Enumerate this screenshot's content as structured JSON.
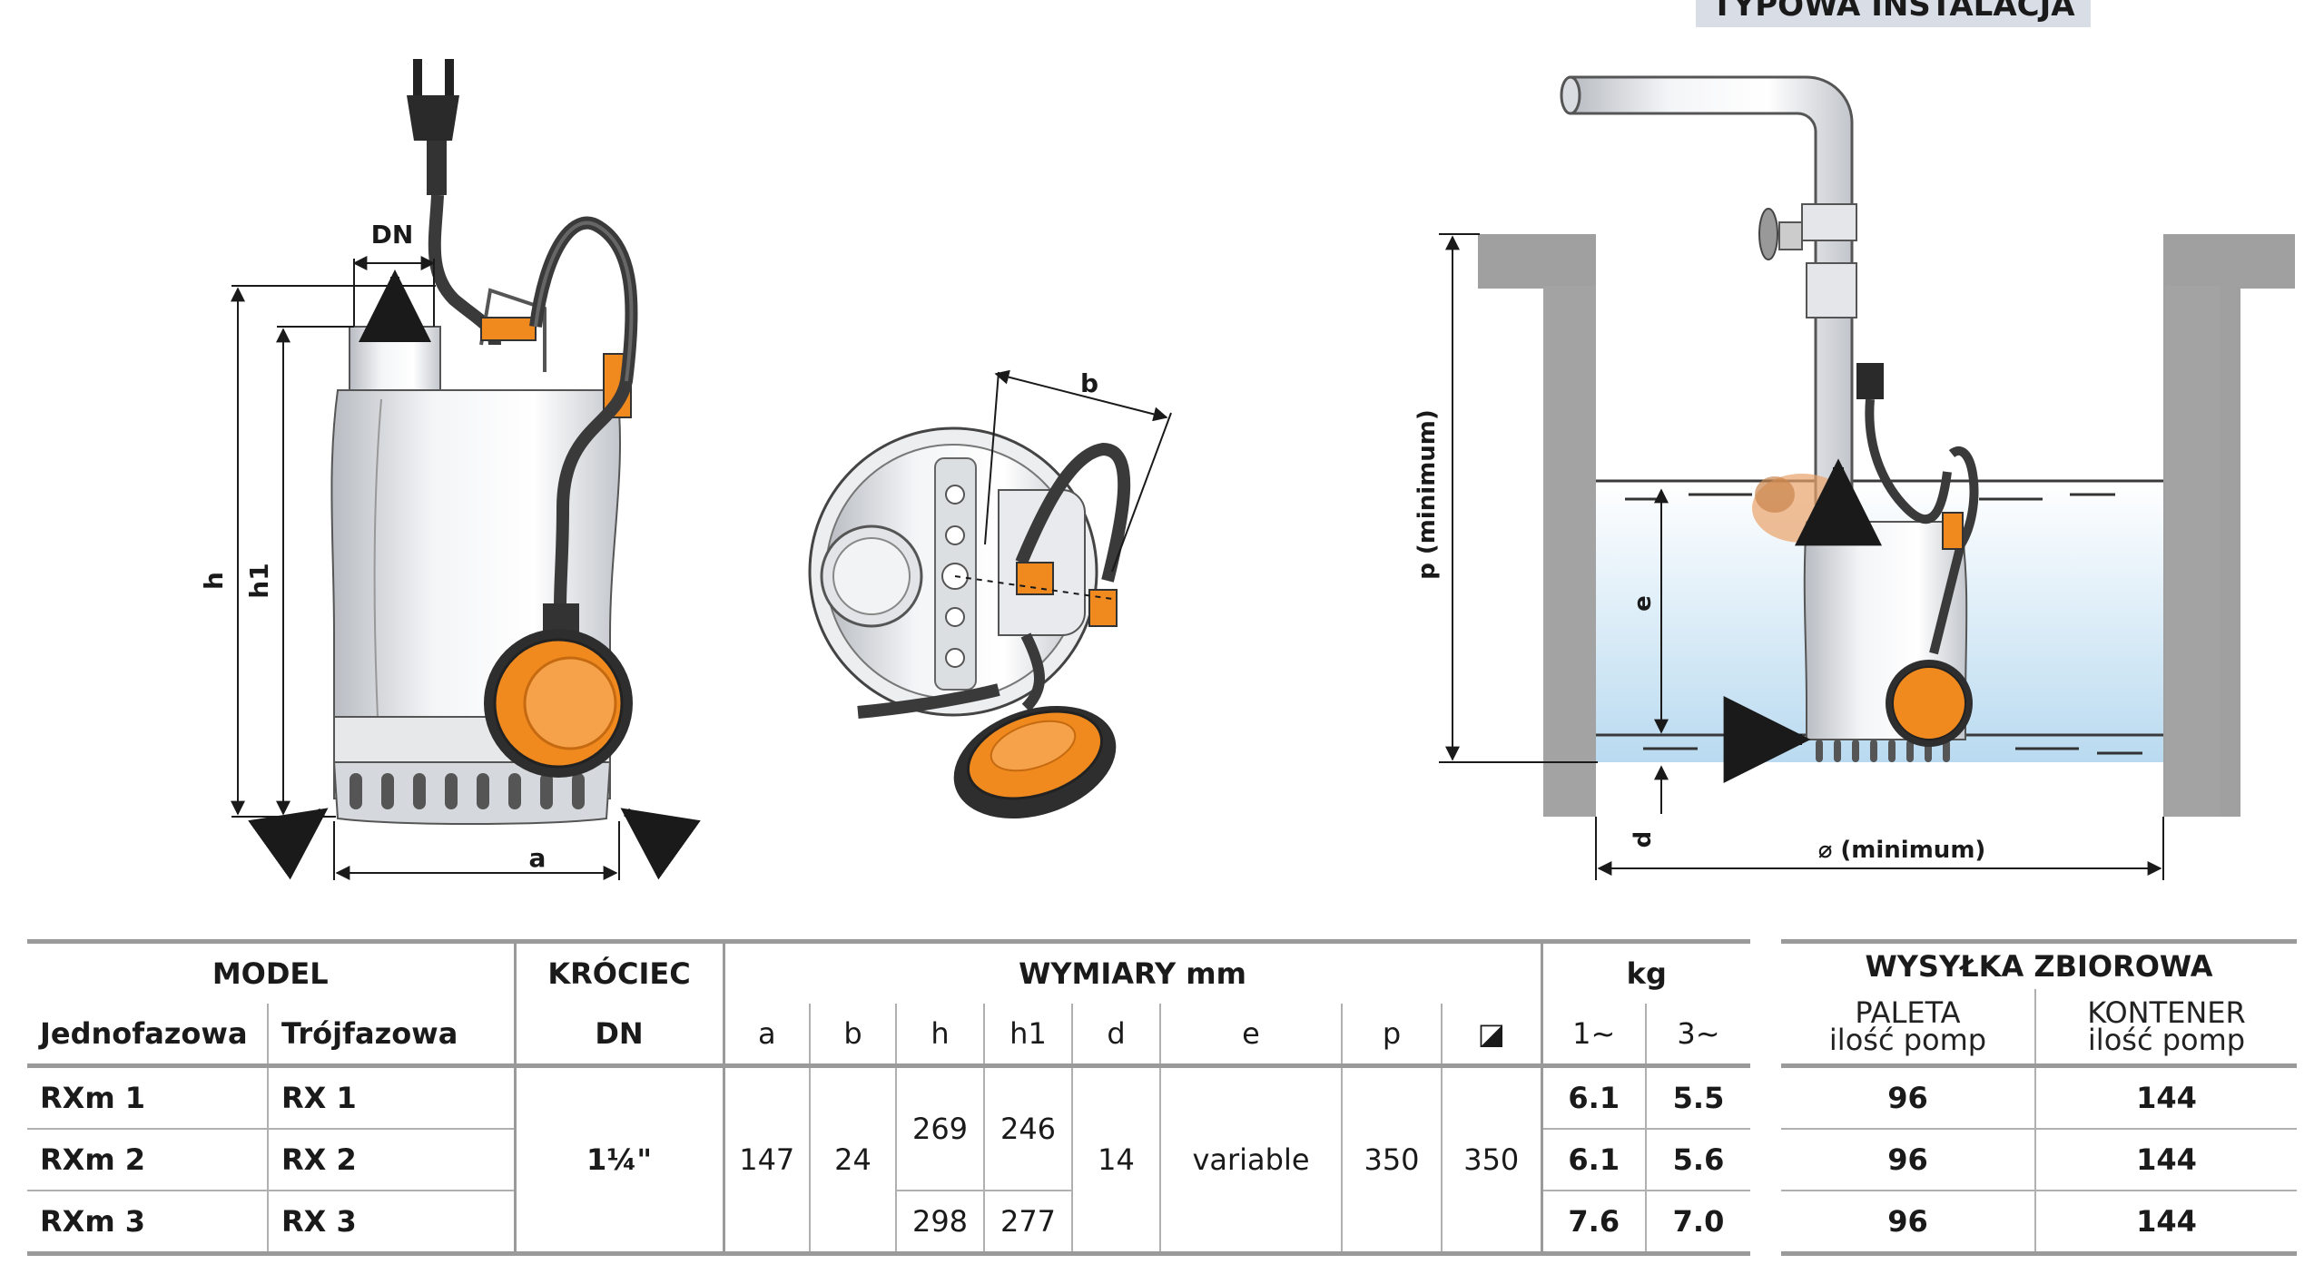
{
  "install": {
    "title": "TYPOWA INSTALACJA"
  },
  "dims": {
    "dn": "DN",
    "h": "h",
    "h1": "h1",
    "a": "a",
    "b": "b",
    "p": "p  (minimum)",
    "e": "e",
    "d": "d",
    "square": "⌀  (minimum)"
  },
  "table": {
    "model": "MODEL",
    "single": "Jednofazowa",
    "three": "Trójfazowa",
    "krociec": "KRÓCIEC",
    "dn": "DN",
    "wymiary": "WYMIARY mm",
    "kg": "kg",
    "cols": {
      "a": "a",
      "b": "b",
      "h": "h",
      "h1": "h1",
      "d": "d",
      "e": "e",
      "p": "p",
      "sq": "◪",
      "kg1": "1~",
      "kg3": "3~"
    },
    "rows": [
      {
        "m1": "RXm 1",
        "m3": "RX 1",
        "kg1": "6.1",
        "kg3": "5.5"
      },
      {
        "m1": "RXm 2",
        "m3": "RX 2",
        "kg1": "6.1",
        "kg3": "5.6"
      },
      {
        "m1": "RXm 3",
        "m3": "RX 3",
        "kg1": "7.6",
        "kg3": "7.0"
      }
    ],
    "shared": {
      "dn": "1¼\"",
      "a": "147",
      "b": "24",
      "d": "14",
      "e": "variable",
      "p": "350",
      "sq": "350"
    },
    "h12": "269",
    "h1_12": "246",
    "h3": "298",
    "h1_3": "277"
  },
  "shipping": {
    "title": "WYSYŁKA ZBIOROWA",
    "pallet": "PALETA",
    "container": "KONTENER",
    "qty": "ilość pomp",
    "rows": [
      {
        "pallet": "96",
        "container": "144"
      },
      {
        "pallet": "96",
        "container": "144"
      },
      {
        "pallet": "96",
        "container": "144"
      }
    ]
  }
}
